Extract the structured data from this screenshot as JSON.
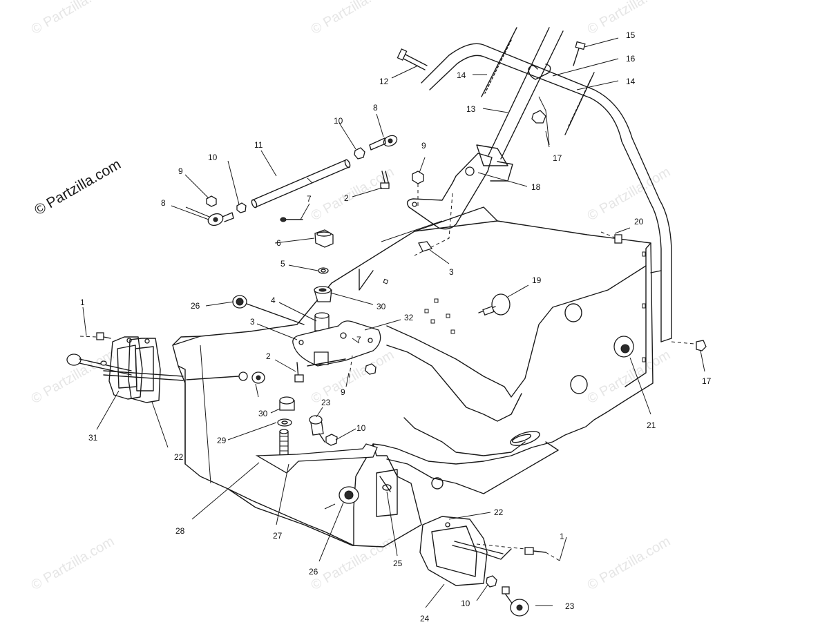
{
  "brand": {
    "copyright_symbol": "©",
    "site": "Partzilla.com"
  },
  "watermark": {
    "text": "© Partzilla.com",
    "color": "#e6e6e6"
  },
  "part_labels": {
    "l1a": "1",
    "l1b": "1",
    "l2a": "2",
    "l2b": "2",
    "l3a": "3",
    "l3b": "3",
    "l4": "4",
    "l5": "5",
    "l6": "6",
    "l7a": "7",
    "l7b": "7",
    "l8a": "8",
    "l8b": "8",
    "l9a": "9",
    "l9b": "9",
    "l9c": "9",
    "l10a": "10",
    "l10b": "10",
    "l10c": "10",
    "l10d": "10",
    "l11": "11",
    "l12": "12",
    "l13": "13",
    "l14a": "14",
    "l14b": "14",
    "l15": "15",
    "l16": "16",
    "l17a": "17",
    "l17b": "17",
    "l18": "18",
    "l19": "19",
    "l20": "20",
    "l21": "21",
    "l22a": "22",
    "l22b": "22",
    "l23a": "23",
    "l23b": "23",
    "l24": "24",
    "l25": "25",
    "l26a": "26",
    "l26b": "26",
    "l27": "27",
    "l28": "28",
    "l29": "29",
    "l30a": "30",
    "l30b": "30",
    "l31": "31",
    "l32": "32"
  }
}
